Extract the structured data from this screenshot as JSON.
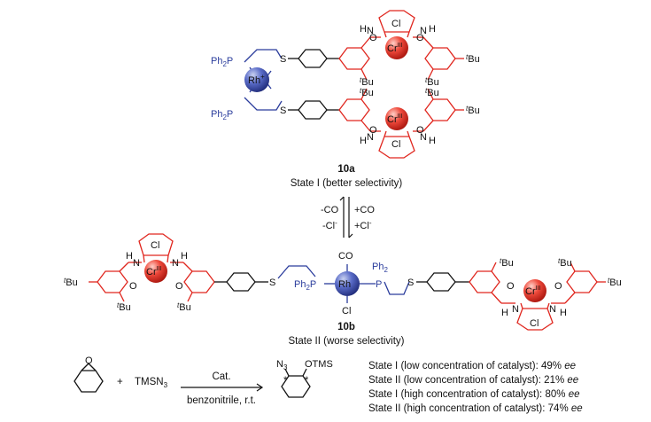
{
  "compounds": {
    "top_id": "10a",
    "top_state": "State I (better selectivity)",
    "bottom_id": "10b",
    "bottom_state": "State II (worse selectivity)"
  },
  "equilibrium": {
    "left_top": "-CO",
    "left_bottom": "-Cl",
    "right_top": "+CO",
    "right_bottom": "+Cl"
  },
  "atom_labels": {
    "rh_cation": "Rh",
    "rh_neutral": "Rh",
    "cr": "Cr",
    "cr_ox": "III",
    "ph2p": "Ph",
    "ph2": "Ph",
    "s": "S",
    "o": "O",
    "n": "N",
    "h": "H",
    "cl": "Cl",
    "co": "CO",
    "tbu": "Bu",
    "t": "t",
    "p": "P"
  },
  "reaction": {
    "plus1": "+",
    "reagent": "TMSN",
    "reagent_sub": "3",
    "cat": "Cat.",
    "conditions": "benzonitrile, r.t.",
    "product_n3": "N",
    "product_n3_sub": "3",
    "product_otms": "OTMS",
    "epoxide_o": "O"
  },
  "results": [
    {
      "state": "State I",
      "condition": "(low concentration of catalyst):",
      "value": "49%",
      "unit": "ee"
    },
    {
      "state": "State II",
      "condition": "(low concentration of catalyst):",
      "value": "21%",
      "unit": "ee"
    },
    {
      "state": "State I",
      "condition": "(high concentration of catalyst):",
      "value": "80%",
      "unit": "ee"
    },
    {
      "state": "State II",
      "condition": "(high concentration of catalyst):",
      "value": "74%",
      "unit": "ee"
    }
  ],
  "colors": {
    "salen_red": "#e0261e",
    "rh_blue": "#2a3c9c",
    "bond_black": "#111111"
  }
}
